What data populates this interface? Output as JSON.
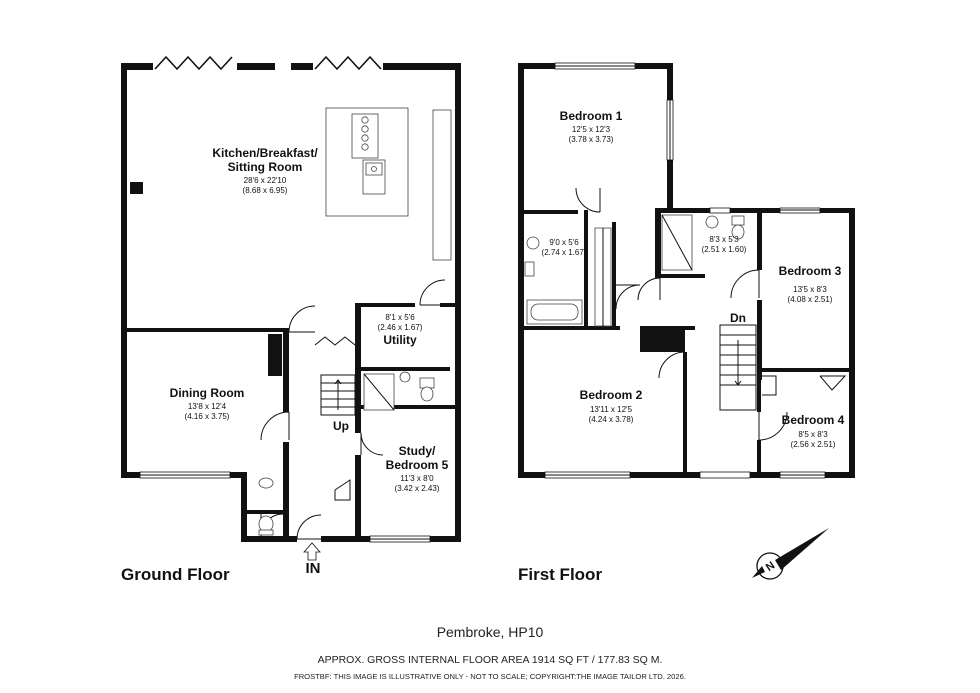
{
  "ground_floor": {
    "label": "Ground Floor",
    "entrance_label": "IN",
    "stairs_label": "Up",
    "rooms": [
      {
        "id": "kitchen",
        "name_lines": [
          "Kitchen/Breakfast/",
          "Sitting Room"
        ],
        "imperial": "28'6 x 22'10",
        "metric": "(8.68 x 6.95)"
      },
      {
        "id": "dining",
        "name_lines": [
          "Dining Room"
        ],
        "imperial": "13'8 x 12'4",
        "metric": "(4.16 x 3.75)"
      },
      {
        "id": "utility",
        "name_lines": [
          "Utility"
        ],
        "imperial": "8'1 x 5'6",
        "metric": "(2.46 x 1.67)"
      },
      {
        "id": "study",
        "name_lines": [
          "Study/",
          "Bedroom 5"
        ],
        "imperial": "11'3 x 8'0",
        "metric": "(3.42 x 2.43)"
      }
    ]
  },
  "first_floor": {
    "label": "First Floor",
    "stairs_label": "Dn",
    "rooms": [
      {
        "id": "bedroom1",
        "name_lines": [
          "Bedroom 1"
        ],
        "imperial": "12'5 x 12'3",
        "metric": "(3.78 x 3.73)"
      },
      {
        "id": "ensuite",
        "name_lines": [],
        "imperial": "9'0 x 5'6",
        "metric": "(2.74 x 1.67)"
      },
      {
        "id": "bathroom",
        "name_lines": [],
        "imperial": "8'3 x 5'3",
        "metric": "(2.51 x 1.60)"
      },
      {
        "id": "bedroom3",
        "name_lines": [
          "Bedroom 3"
        ],
        "imperial": "13'5 x 8'3",
        "metric": "(4.08 x 2.51)"
      },
      {
        "id": "bedroom2",
        "name_lines": [
          "Bedroom 2"
        ],
        "imperial": "13'11 x 12'5",
        "metric": "(4.24 x 3.78)"
      },
      {
        "id": "bedroom4",
        "name_lines": [
          "Bedroom 4"
        ],
        "imperial": "8'5 x 8'3",
        "metric": "(2.56 x 2.51)"
      }
    ]
  },
  "compass": {
    "letter": "N",
    "icon": "north-arrow-icon"
  },
  "footer": {
    "property": "Pembroke, HP10",
    "area": "APPROX. GROSS INTERNAL FLOOR AREA 1914 SQ FT / 177.83 SQ M.",
    "disclaimer": "FROSTBF: THIS IMAGE IS ILLUSTRATIVE ONLY - NOT TO SCALE; COPYRIGHT:THE IMAGE TAILOR LTD. 2026."
  }
}
